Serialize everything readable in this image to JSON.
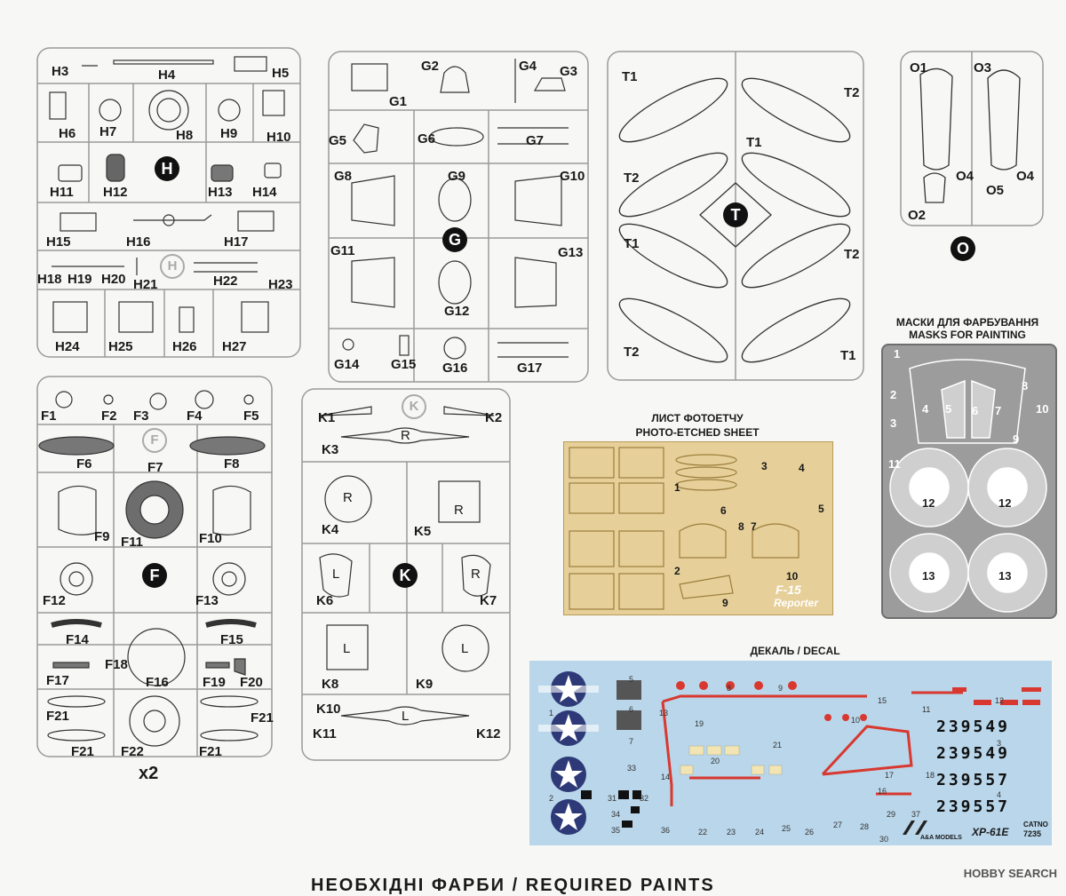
{
  "frames": {
    "H": {
      "letter": "H",
      "ghost": "H",
      "labels": [
        "H3",
        "H4",
        "H5",
        "H6",
        "H7",
        "H8",
        "H9",
        "H10",
        "H11",
        "H12",
        "H13",
        "H14",
        "H15",
        "H16",
        "H17",
        "H18",
        "H19",
        "H20",
        "H21",
        "H22",
        "H23",
        "H24",
        "H25",
        "H26",
        "H27"
      ]
    },
    "G": {
      "letter": "G",
      "labels": [
        "G1",
        "G2",
        "G3",
        "G4",
        "G5",
        "G6",
        "G7",
        "G8",
        "G9",
        "G10",
        "G11",
        "G12",
        "G13",
        "G14",
        "G15",
        "G16",
        "G17"
      ]
    },
    "T": {
      "letter": "T",
      "labels": [
        "T1",
        "T2",
        "T1",
        "T2",
        "T1",
        "T2",
        "T2",
        "T1"
      ]
    },
    "O": {
      "letter": "O",
      "labels": [
        "O1",
        "O3",
        "O4",
        "O4",
        "O5",
        "O2"
      ]
    },
    "F": {
      "letter": "F",
      "ghost": "F",
      "multiplier": "x2",
      "labels": [
        "F1",
        "F2",
        "F3",
        "F4",
        "F5",
        "F6",
        "F7",
        "F8",
        "F9",
        "F11",
        "F10",
        "F12",
        "F13",
        "F14",
        "F15",
        "F17",
        "F18",
        "F16",
        "F19",
        "F20",
        "F21",
        "F21",
        "F21",
        "F22",
        "F21"
      ]
    },
    "K": {
      "letter": "K",
      "ghost": "K",
      "labels": [
        "K1",
        "K2",
        "K3",
        "K4",
        "K5",
        "K6",
        "K7",
        "K8",
        "K9",
        "K10",
        "K11",
        "K12"
      ],
      "part_marks": [
        "R",
        "R",
        "R",
        "L",
        "L",
        "L",
        "R",
        "L"
      ]
    }
  },
  "photo_etch": {
    "title_ua": "ЛИСТ ФОТОЕТЧУ",
    "title_en": "PHOTO-ETCHED SHEET",
    "brand": "F-15",
    "brand_sub": "Reporter",
    "numbers": [
      "1",
      "2",
      "3",
      "4",
      "5",
      "6",
      "7",
      "8",
      "9",
      "10"
    ]
  },
  "masks": {
    "title_ua": "МАСКИ ДЛЯ ФАРБУВАННЯ",
    "title_en": "MASKS FOR PAINTING",
    "numbers": [
      "1",
      "2",
      "3",
      "4",
      "5",
      "6",
      "7",
      "8",
      "9",
      "10",
      "11",
      "12",
      "12",
      "13",
      "13"
    ]
  },
  "decal": {
    "title": "ДЕКАЛЬ / DECAL",
    "serials": [
      "239549",
      "239549",
      "239557",
      "239557"
    ],
    "model": "XP-61E",
    "catno_label": "CATNO",
    "catno": "7235",
    "brand": "A&A MODELS",
    "numbers": [
      "1",
      "2",
      "3",
      "4",
      "5",
      "6",
      "7",
      "8",
      "9",
      "10",
      "11",
      "12",
      "13",
      "14",
      "15",
      "16",
      "17",
      "18",
      "19",
      "20",
      "21",
      "22",
      "23",
      "24",
      "25",
      "26",
      "27",
      "28",
      "29",
      "30",
      "31",
      "32",
      "33",
      "34",
      "35",
      "36",
      "37"
    ]
  },
  "footer": {
    "banner": "НЕОБХІДНІ ФАРБИ / REQUIRED PAINTS",
    "watermark": "HOBBY SEARCH"
  },
  "colors": {
    "sprue": "#9a9a9a",
    "pe_brass": "#e6cf98",
    "mask_grey": "#9c9c9c",
    "decal_bg": "#b9d6ea",
    "decal_red": "#d8382f",
    "roundel_blue": "#2e3a78"
  }
}
